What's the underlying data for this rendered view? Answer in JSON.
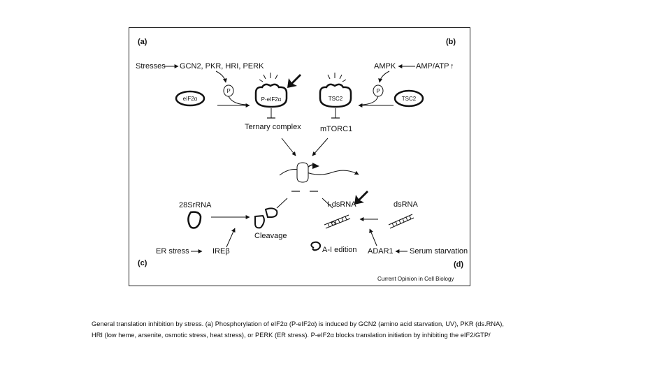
{
  "figure": {
    "panels": {
      "a": "(a)",
      "b": "(b)",
      "c": "(c)",
      "d": "(d)"
    },
    "credit": "Current Opinion in Cell Biology",
    "labels": {
      "stresses": "Stresses",
      "kinases": "GCN2, PKR, HRI, PERK",
      "ampk": "AMPK",
      "amp_atp": "AMP/ATP",
      "amp_atp_arrow": "↑",
      "p": "P",
      "eif2a": "eIF2α",
      "p_eif2a": "P-eIF2α",
      "tsc2_left": "TSC2",
      "tsc2_right": "TSC2",
      "ternary": "Ternary complex",
      "mtorc1": "mTORC1",
      "rrna": "28SrRNA",
      "cleavage": "Cleavage",
      "ids_rna": "I-dsRNA",
      "dsrna": "dsRNA",
      "er_stress": "ER stress",
      "ire": "IREβ",
      "ai_edition": "A-I edition",
      "adar1": "ADAR1",
      "serum": "Serum starvation"
    }
  },
  "caption": {
    "line1": "General translation inhibition by stress. (a) Phosphorylation of eIF2α (P-eIF2α) is induced by GCN2 (amino acid starvation, UV), PKR (ds.RNA),",
    "line2": "HRI (low heme, arsenite, osmotic stress, heat stress), or PERK (ER stress). P-eIF2α blocks translation initiation by inhibiting the eIF2/GTP/"
  }
}
